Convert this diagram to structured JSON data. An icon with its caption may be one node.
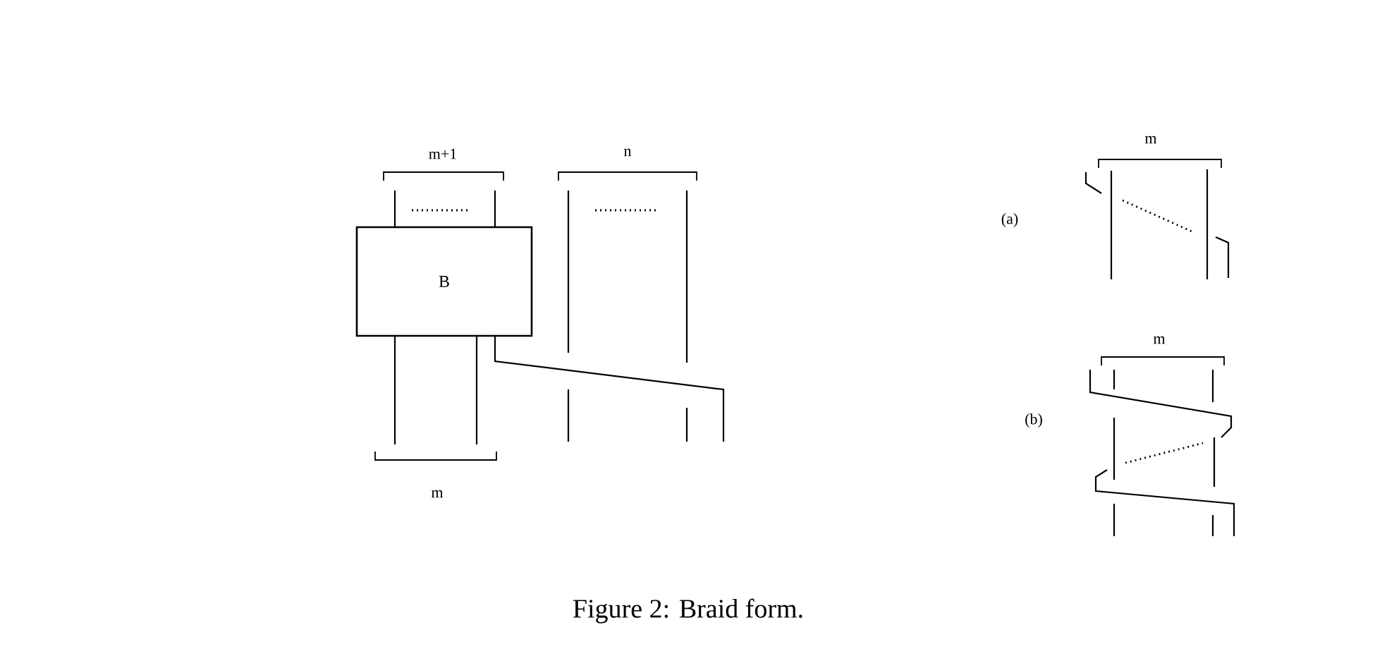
{
  "diagram": {
    "caption": "Figure 2: Braid form.",
    "nodes": [
      {
        "text": [
          "B"
        ]
      }
    ],
    "edges": [],
    "labels": [
      "m",
      "m+1",
      "n",
      "(a)",
      "m",
      "(b)",
      "m"
    ]
  }
}
